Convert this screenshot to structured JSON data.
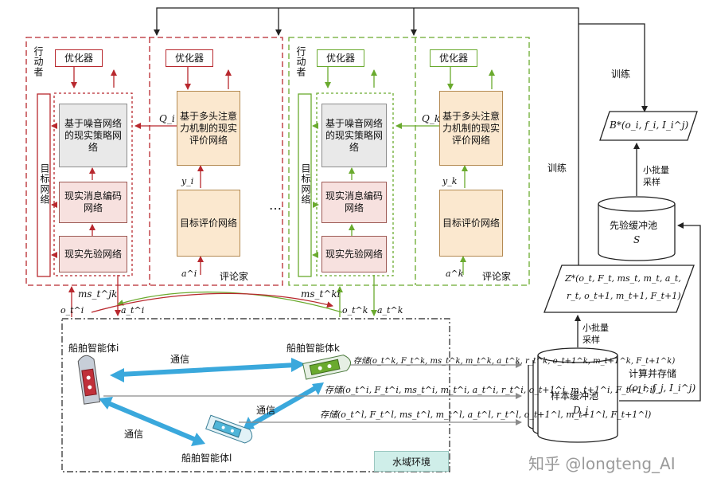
{
  "actor_label": "行动者",
  "critic_label": "评论家",
  "ellipsis": "…",
  "blocks": {
    "optimizer": "优化器",
    "actor_policy": "基于噪音网络的现实策略网络",
    "message_encoder": "现实消息编码网络",
    "prior_network": "现实先验网络",
    "target_network": "目标网络",
    "critic_network": "基于多头注意力机制的现实评价网络",
    "target_critic": "目标评价网络"
  },
  "symbols": {
    "q_i": "Q_i",
    "q_k": "Q_k",
    "y_i": "y_i",
    "y_k": "y_k",
    "a_i_prime": "a^i",
    "a_k_prime": "a^k",
    "ms_jk": "ms_t^jk",
    "ms_ki": "ms_t^ki",
    "o_t_i": "o_t^i",
    "a_t_i": "a_t^i",
    "o_t_k": "o_t^k",
    "a_t_k": "a_t^k"
  },
  "train_labels": [
    "训练",
    "训练"
  ],
  "sample_label": "小批量采样",
  "compute_store_label": "计算并存储",
  "tuple_label": "(o_i, f_j, I_i^j)",
  "b_formula": "B*(o_i, f_i, I_i^j)",
  "prior_buffer": {
    "title": "先验缓冲池",
    "symbol": "S"
  },
  "sample_buffer": {
    "title": "样本缓冲池",
    "symbol": "D_i"
  },
  "z_formula": {
    "line1": "Z*(o_t, F_t, ms_t, m_t, a_t,",
    "line2": "r_t, o_t+1, m_t+1, F_t+1)"
  },
  "agents": {
    "i": "船舶智能体i",
    "k": "船舶智能体k",
    "l": "船舶智能体l"
  },
  "comm_label": "通信",
  "store_k": "存储(o_t^k, F_t^k, ms_t^k, m_t^k, a_t^k, r_t^k, o_t+1^k, m_t+1^k, F_t+1^k)",
  "store_i": "存储(o_t^i, F_t^i, ms_t^i, m_t^i, a_t^i, r_t^i, o_t+1^i, m_t+1^i, F_t+1^i)",
  "store_l": "存储(o_t^l, F_t^l, ms_t^l, m_t^l, a_t^l, r_t^l, o_t+1^l, m_t+1^l, F_t+1^l)",
  "environment_label": "水域环境",
  "watermark": "知乎 @longteng_AI",
  "colors": {
    "red": "#b8282e",
    "green": "#6aaa2e",
    "blue_arrow": "#3aa8dc",
    "grey_arrow": "#8a8a8a",
    "black": "#222222"
  }
}
